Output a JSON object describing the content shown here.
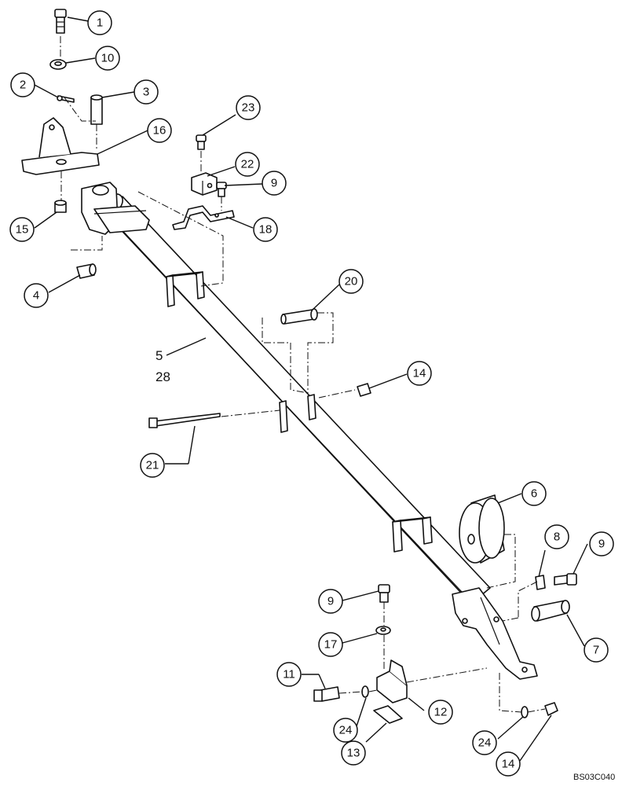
{
  "callouts": [
    "1",
    "10",
    "2",
    "3",
    "16",
    "23",
    "22",
    "9",
    "18",
    "15",
    "4",
    "20",
    "14",
    "21",
    "6",
    "8",
    "9",
    "9",
    "7",
    "17",
    "11",
    "12",
    "24",
    "13",
    "24",
    "14"
  ],
  "shaft_labels": [
    "5",
    "28"
  ],
  "drawing_code": "BS03C040"
}
